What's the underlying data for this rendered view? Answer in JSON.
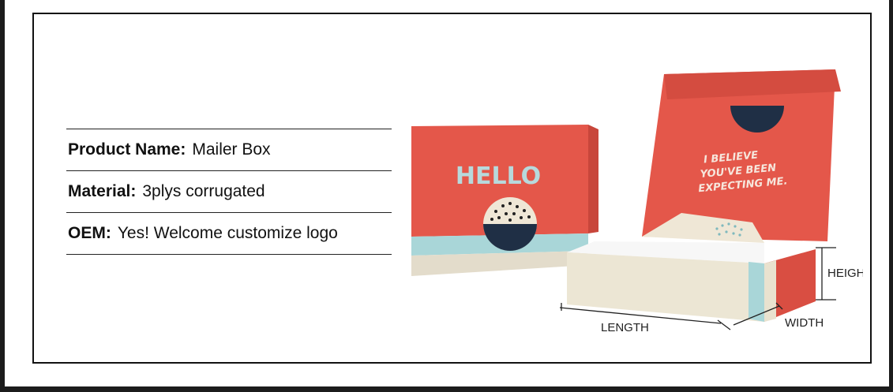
{
  "specs": [
    {
      "key": "Product Name:",
      "value": "Mailer Box"
    },
    {
      "key": "Material:",
      "value": "3plys corrugated"
    },
    {
      "key": "OEM:",
      "value": "Yes! Welcome customize logo"
    }
  ],
  "box": {
    "front_text": "HELLO",
    "lid_lines": [
      "I BELIEVE",
      "YOU'VE BEEN",
      "EXPECTING ME."
    ],
    "dimensions": {
      "height": "HEIGHT",
      "length": "LENGTH",
      "width": "WIDTH"
    }
  },
  "colors": {
    "coral": "#e4574a",
    "light_blue": "#a9d6d8",
    "cream": "#e9e2cf",
    "navy": "#1f2f45"
  }
}
